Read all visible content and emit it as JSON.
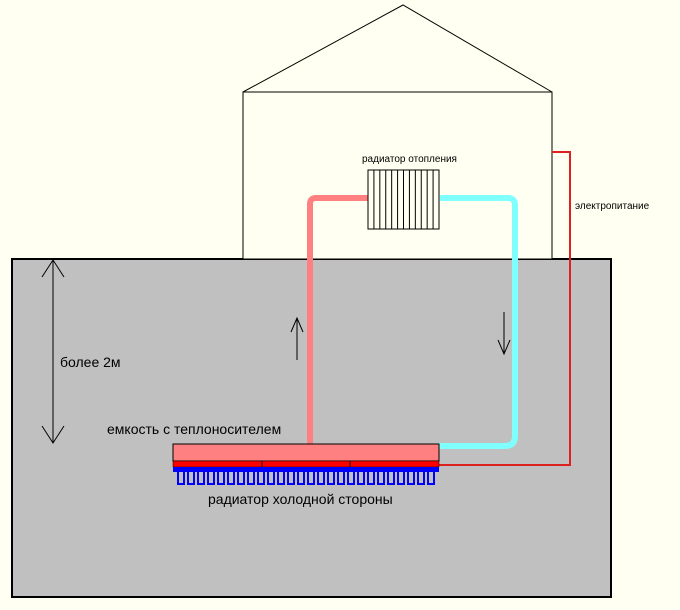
{
  "labels": {
    "heating_radiator": "радиатор отопления",
    "power_supply": "электропитание",
    "depth": "более 2м",
    "tank": "емкость с теплоносителем",
    "cold_side_radiator": "радиатор холодной стороны"
  },
  "colors": {
    "background": "#fffff2",
    "ground": "#c0c0c0",
    "hot_pipe": "#ff8080",
    "cold_pipe": "#80ffff",
    "power_wire": "#dd2020",
    "tank": "#ff8080",
    "peltier_hot": "#ff0000",
    "peltier_cold": "#0000ff"
  },
  "flow": {
    "hot_direction": "up",
    "cold_direction": "down"
  }
}
